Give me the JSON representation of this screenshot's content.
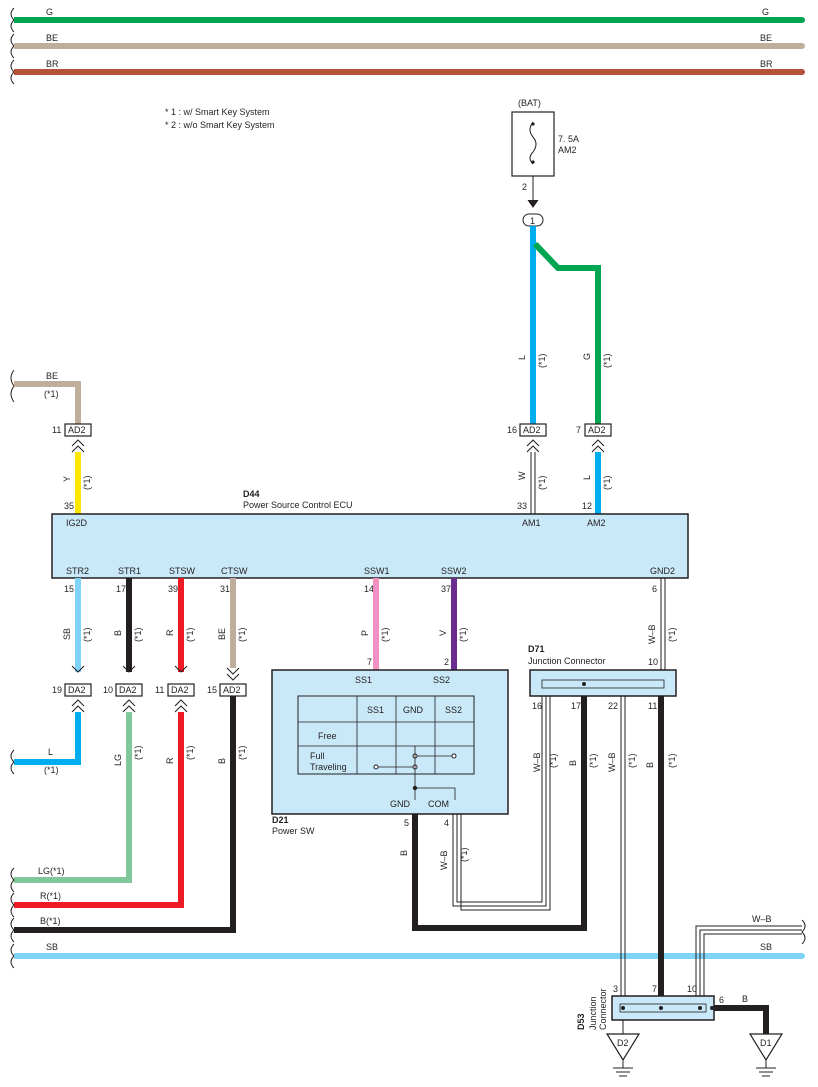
{
  "notes": {
    "note1": "* 1 : w/ Smart Key System",
    "note2": "* 2 : w/o Smart Key System"
  },
  "top_buses": [
    {
      "code": "G",
      "color": "#00a651"
    },
    {
      "code": "BE",
      "color": "#bfae9c"
    },
    {
      "code": "BR",
      "color": "#b5533a"
    }
  ],
  "fuse": {
    "source": "(BAT)",
    "rating": "7. 5A",
    "name": "AM2",
    "pin": "2",
    "junction": "1"
  },
  "ecu": {
    "id": "D44",
    "name": "Power Source Control ECU",
    "terminals": {
      "ig2d": {
        "label": "IG2D",
        "pin": "35"
      },
      "am1": {
        "label": "AM1",
        "pin": "33"
      },
      "am2": {
        "label": "AM2",
        "pin": "12"
      },
      "str2": {
        "label": "STR2",
        "pin": "15"
      },
      "str1": {
        "label": "STR1",
        "pin": "17"
      },
      "stsw": {
        "label": "STSW",
        "pin": "39"
      },
      "ctsw": {
        "label": "CTSW",
        "pin": "31"
      },
      "ssw1": {
        "label": "SSW1",
        "pin": "14"
      },
      "ssw2": {
        "label": "SSW2",
        "pin": "37"
      },
      "gnd2": {
        "label": "GND2",
        "pin": "6"
      }
    }
  },
  "connectors": {
    "ig2d_conn": {
      "code": "AD2",
      "pin": "11"
    },
    "am1_conn": {
      "code": "AD2",
      "pin": "16"
    },
    "am2_conn": {
      "code": "AD2",
      "pin": "7"
    },
    "str2_conn": {
      "code": "DA2",
      "pin": "19"
    },
    "str1_conn": {
      "code": "DA2",
      "pin": "10"
    },
    "stsw_conn": {
      "code": "DA2",
      "pin": "11"
    },
    "ctsw_conn": {
      "code": "AD2",
      "pin": "15"
    }
  },
  "wires": {
    "be_in": "BE",
    "y": "Y",
    "l_up": "L",
    "g_up": "G",
    "w": "W",
    "l_am2": "L",
    "sb": "SB",
    "b_str1": "B",
    "r_stsw": "R",
    "be_ctsw": "BE",
    "p": "P",
    "v": "V",
    "wb_gnd2": "W–B",
    "l_in": "L",
    "lg": "LG",
    "r_low": "R",
    "b_ctsw": "B",
    "b_gnd": "B",
    "wb_com": "W–B",
    "wb_16": "W–B",
    "b_17": "B",
    "wb_22": "W–B",
    "b_11": "B",
    "b_d53": "B",
    "wb_right": "W–B",
    "sb_right": "SB"
  },
  "mark": "(*1)",
  "bottom_buses": {
    "lg": "LG(*1)",
    "r": "R(*1)",
    "b": "B(*1)",
    "sb": "SB"
  },
  "power_sw": {
    "id": "D21",
    "name": "Power SW",
    "ss1": "SS1",
    "ss2": "SS2",
    "ss1_pin": "7",
    "ss2_pin": "2",
    "gnd": "GND",
    "com": "COM",
    "gnd_pin": "5",
    "com_pin": "4",
    "table_headers": [
      "SS1",
      "GND",
      "SS2"
    ],
    "row_free": "Free",
    "row_full_1": "Full",
    "row_full_2": "Traveling"
  },
  "d71": {
    "id": "D71",
    "name": "Junction Connector",
    "pin_top": "10",
    "pins": [
      "16",
      "17",
      "22",
      "11"
    ]
  },
  "d53": {
    "id": "D53",
    "name1": "Junction",
    "name2": "Connector",
    "pins": [
      "3",
      "7",
      "10",
      "6"
    ]
  },
  "grounds": [
    "D2",
    "D1"
  ]
}
